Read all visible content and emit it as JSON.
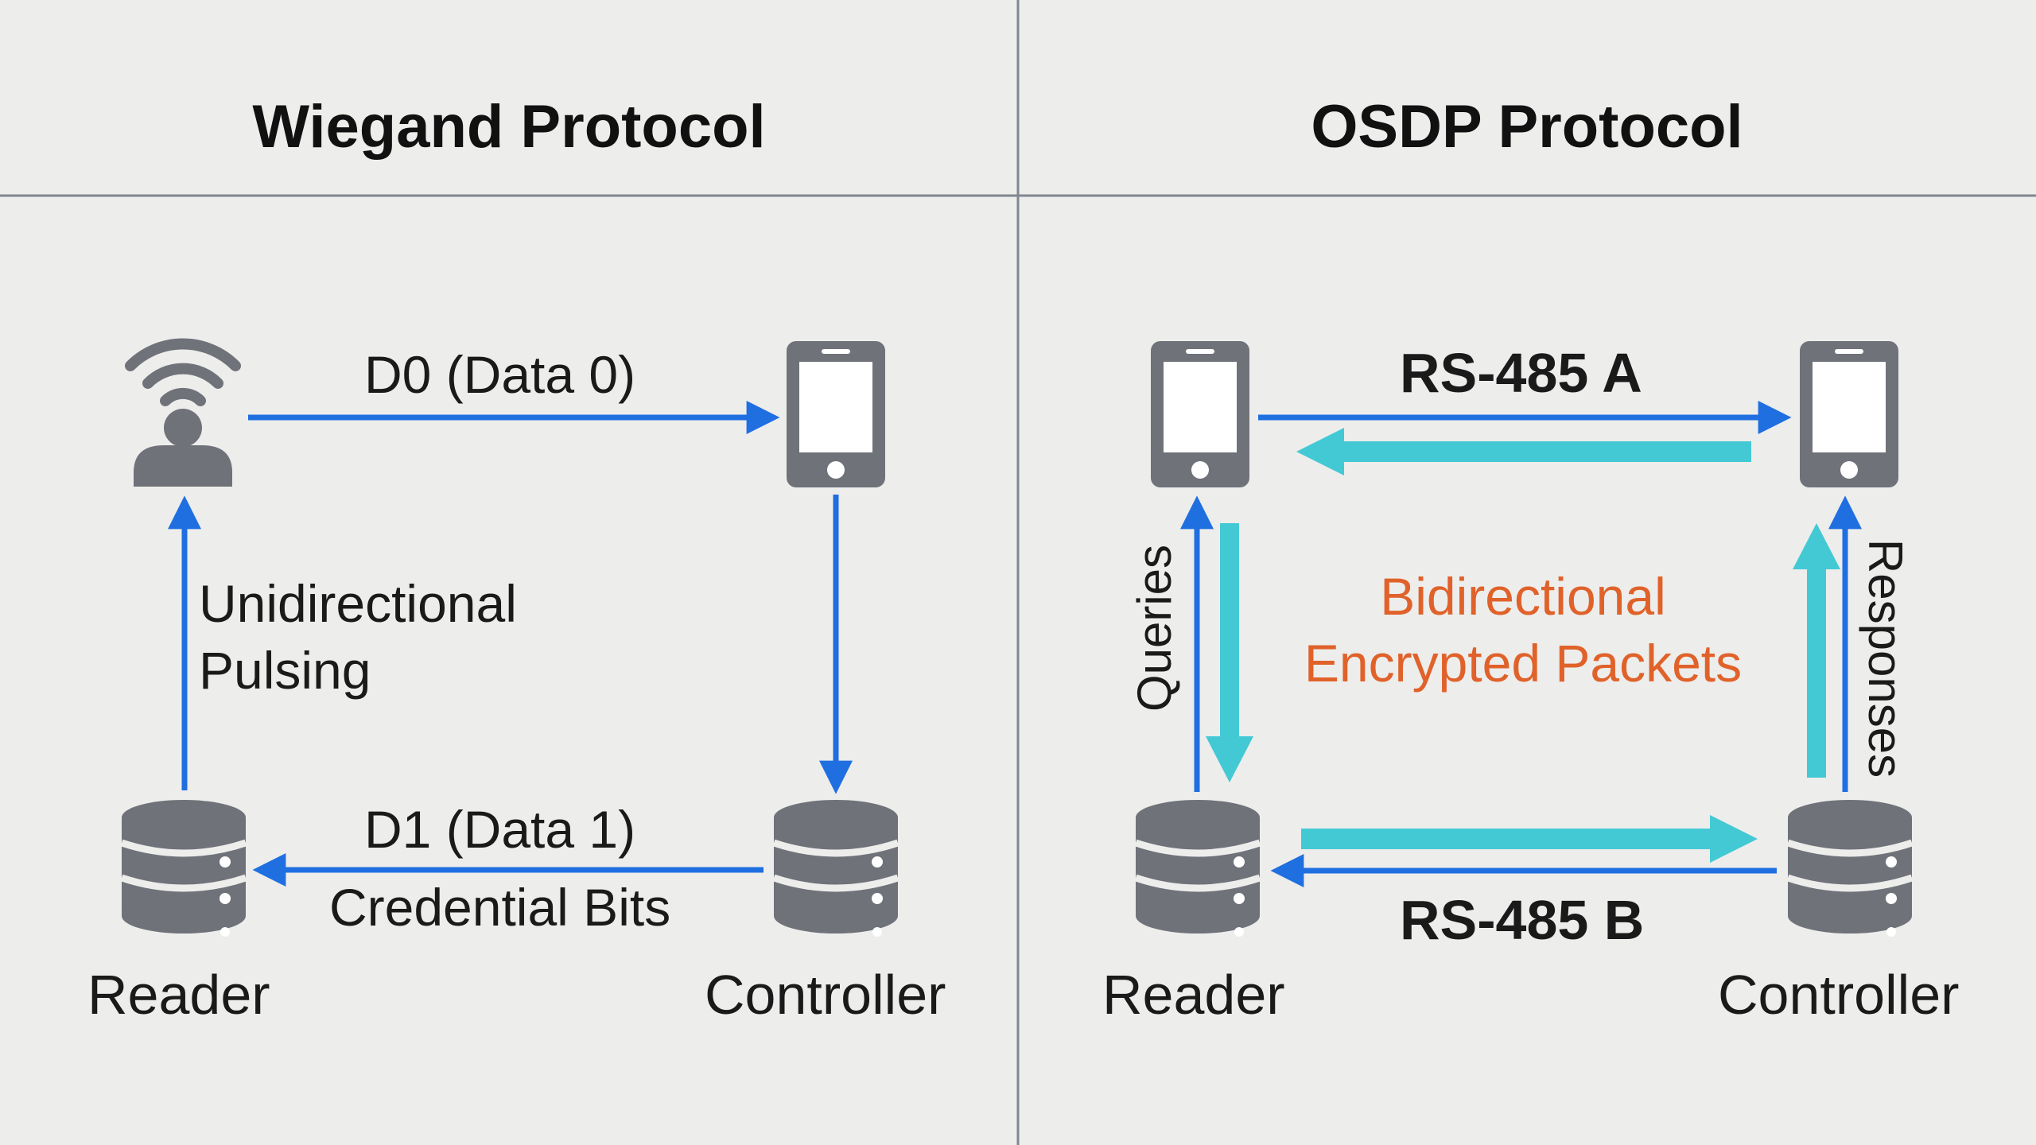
{
  "panels": {
    "wiegand": {
      "title": "Wiegand Protocol",
      "reader_label": "Reader",
      "controller_label": "Controller",
      "d0_label": "D0 (Data 0)",
      "d1_label": "D1 (Data 1)",
      "bits_label": "Credential Bits",
      "flow_line1": "Unidirectional",
      "flow_line2": "Pulsing"
    },
    "osdp": {
      "title": "OSDP Protocol",
      "reader_label": "Reader",
      "controller_label": "Controller",
      "line_a_label": "RS-485 A",
      "line_b_label": "RS-485 B",
      "queries_label": "Queries",
      "responses_label": "Responses",
      "note_line1": "Bidirectional",
      "note_line2": "Encrypted Packets"
    }
  },
  "colors": {
    "background": "#ededeb",
    "divider": "#7f8791",
    "device_gray": "#6f7279",
    "wire_blue": "#1f6fe0",
    "packet_cyan": "#43c9d4",
    "note_orange": "#e0622a",
    "text": "#111111"
  },
  "icons": {
    "wiegand_reader_top": "wireless-user-icon",
    "wiegand_controller_top": "smartphone-icon",
    "wiegand_reader_bottom": "database-icon",
    "wiegand_controller_bottom": "database-icon",
    "osdp_reader_top": "smartphone-icon",
    "osdp_controller_top": "smartphone-icon",
    "osdp_reader_bottom": "database-icon",
    "osdp_controller_bottom": "database-icon"
  }
}
